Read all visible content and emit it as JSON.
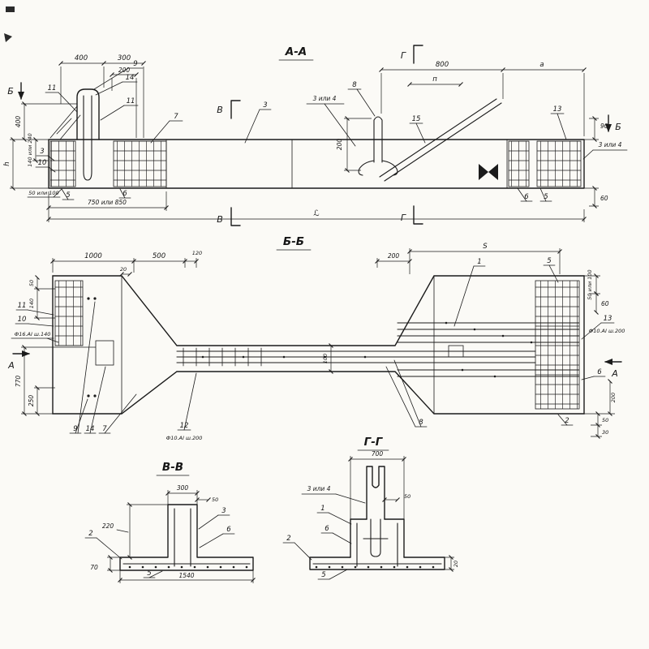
{
  "page": {
    "background": "#fbfaf6",
    "ink": "#1b1b1b"
  },
  "section_aa": {
    "title": "А-А",
    "marks": {
      "b_left": "Б",
      "b_right": "Б",
      "v_top": "В",
      "v_bottom": "В",
      "g_top": "Г",
      "g_bottom": "Г"
    },
    "dims": {
      "d400_top": "400",
      "d300_top": "300",
      "d200_top": "200",
      "d800": "800",
      "da": "а",
      "dn": "п",
      "d90": "90",
      "d400_left": "400",
      "d140_240": "140 или 240",
      "dh": "h",
      "d50_100": "50 или 100",
      "d750_850": "750 или 850",
      "dL": "ℒ",
      "d60": "60",
      "d200_anchor": "200"
    },
    "callouts": {
      "c9": "9",
      "c14": "14",
      "c11a": "11",
      "c11b": "11",
      "c7": "7",
      "c3": "3",
      "c3or4_mid": "3 или 4",
      "c8": "8",
      "c15": "15",
      "c13": "13",
      "c3or4_right": "3 или 4",
      "c5_left": "5",
      "c6_left": "6",
      "c5_right": "5",
      "c6_right": "6",
      "c3_left": "3",
      "c10_left": "10"
    }
  },
  "section_bb": {
    "title": "Б-Б",
    "marks": {
      "a_left": "А",
      "a_right": "А"
    },
    "dims": {
      "d1000": "1000",
      "d500": "500",
      "d120": "120",
      "d20": "20",
      "d200_top": "200",
      "dS": "S",
      "d50_100": "50 или 100",
      "d50_left": "50",
      "d140_left": "140",
      "d770": "770",
      "d250": "250",
      "d100": "100",
      "d60": "60",
      "d50_right": "50",
      "d30": "30",
      "d200_right": "200"
    },
    "callouts": {
      "c1": "1",
      "c5": "5",
      "c11": "11",
      "c10": "10",
      "c9": "9",
      "c14": "14",
      "c7": "7",
      "c12": "12",
      "c8": "8",
      "c13": "13",
      "c6": "6",
      "c2": "2"
    },
    "notes": {
      "f16": "Ф16.АI ш.140",
      "f10_bottom": "Ф10.АI ш.200",
      "f10_right": "Ф10.АI ш.200"
    }
  },
  "section_vv": {
    "title": "В-В",
    "dims": {
      "d300": "300",
      "d50": "50",
      "d220": "220",
      "d70": "70",
      "d1540": "1540"
    },
    "callouts": {
      "c3": "3",
      "c6": "6",
      "c2": "2",
      "c5": "5"
    }
  },
  "section_gg": {
    "title": "Г-Г",
    "dims": {
      "d700": "700",
      "d50": "50",
      "d20": "20"
    },
    "callouts": {
      "c3or4": "3 или 4",
      "c1": "1",
      "c6": "6",
      "c2": "2",
      "c5": "5"
    }
  }
}
